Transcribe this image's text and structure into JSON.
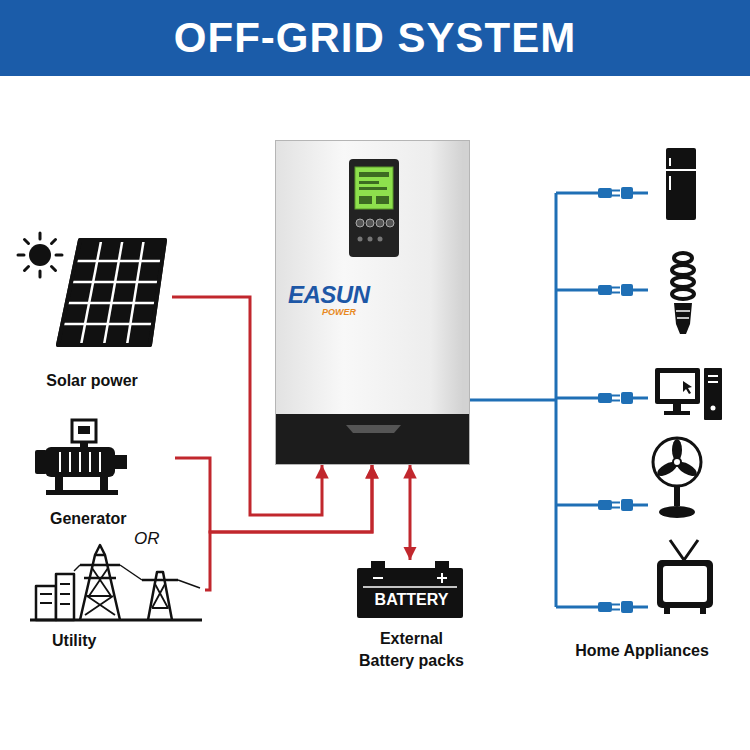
{
  "diagram": {
    "title": "OFF-GRID SYSTEM",
    "nodes": [
      {
        "text": [
          "Solar power"
        ]
      },
      {
        "text": [
          "Generator"
        ]
      },
      {
        "text": [
          "Utility"
        ]
      },
      {
        "text": [
          "EASUN",
          "POWER"
        ]
      },
      {
        "text": [
          "BATTERY",
          "External Battery packs"
        ]
      },
      {
        "text": [
          "Home Appliances"
        ]
      }
    ],
    "edges": [
      {
        "from": 0,
        "to": 3,
        "arrow": "to"
      },
      {
        "from": 1,
        "to": 3,
        "arrow": "to"
      },
      {
        "from": 2,
        "to": 3,
        "arrow": "to"
      },
      {
        "from": 3,
        "to": 4,
        "arrow": "both"
      },
      {
        "from": 3,
        "to": 5,
        "arrow": "none"
      }
    ],
    "labels": [
      "OR"
    ]
  }
}
